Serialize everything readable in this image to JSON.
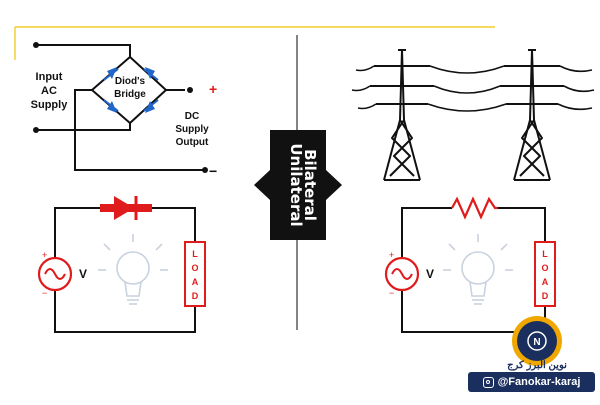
{
  "bridge": {
    "input_label": [
      "Input",
      "AC",
      "Supply"
    ],
    "bridge_label": [
      "Diod's",
      "Bridge"
    ],
    "output_label": [
      "DC",
      "Supply",
      "Output"
    ],
    "plus": "+",
    "minus": "−"
  },
  "center": {
    "top_label": "Bilateral",
    "bottom_label": "Unilateral"
  },
  "left_circuit": {
    "voltage": "V",
    "load_letters": [
      "L",
      "O",
      "A",
      "D"
    ]
  },
  "right_circuit": {
    "voltage": "V",
    "load_letters": [
      "L",
      "O",
      "A",
      "D"
    ]
  },
  "brand": {
    "name": "نوین البرز کرج",
    "handle": "@Fanokar-karaj"
  },
  "colors": {
    "wire": "#111111",
    "diode_blue": "#2166c8",
    "component_red": "#e01b1b",
    "accent_line": "#f0c400",
    "brand_navy": "#1a2f5e"
  },
  "icons": [
    "diode-icon",
    "ac-source-icon",
    "resistor-icon",
    "lightbulb-icon",
    "transmission-tower-icon",
    "instagram-icon",
    "gear-logo-icon"
  ]
}
